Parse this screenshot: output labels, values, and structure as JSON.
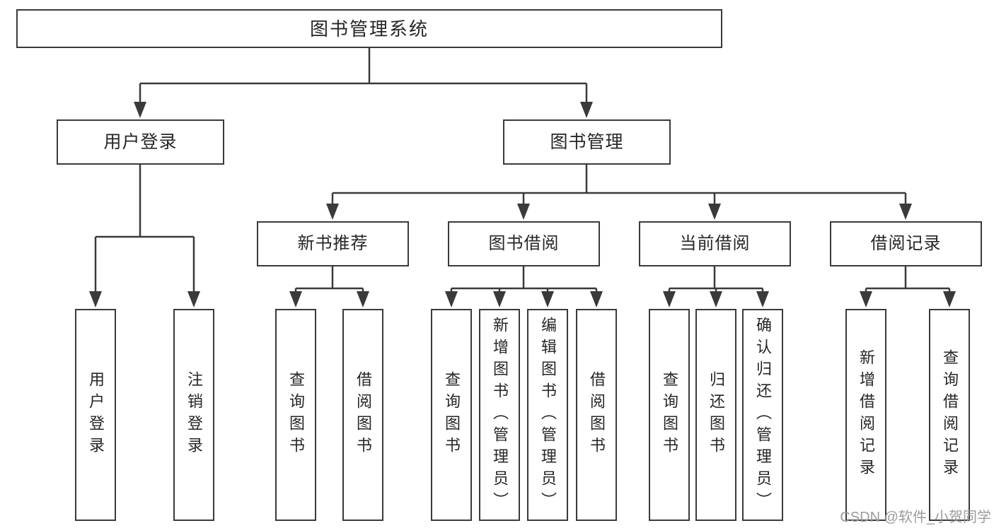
{
  "diagram_title": "图书管理系统",
  "colors": {
    "line": "#3a3a3a",
    "box_border": "#3a3a3a",
    "text": "#262626",
    "watermark": "#9c9c9c",
    "background": "#ffffff"
  },
  "tree": {
    "label": "图书管理系统",
    "children": [
      {
        "label": "用户登录",
        "children": [
          {
            "label": "用户登录"
          },
          {
            "label": "注销登录"
          }
        ]
      },
      {
        "label": "图书管理",
        "children": [
          {
            "label": "新书推荐",
            "children": [
              {
                "label": "查询图书"
              },
              {
                "label": "借阅图书"
              }
            ]
          },
          {
            "label": "图书借阅",
            "children": [
              {
                "label": "查询图书"
              },
              {
                "label": "新增图书（管理员）"
              },
              {
                "label": "编辑图书（管理员）"
              },
              {
                "label": "借阅图书"
              }
            ]
          },
          {
            "label": "当前借阅",
            "children": [
              {
                "label": "查询图书"
              },
              {
                "label": "归还图书"
              },
              {
                "label": "确认归还（管理员）"
              }
            ]
          },
          {
            "label": "借阅记录",
            "children": [
              {
                "label": "新增借阅记录"
              },
              {
                "label": "查询借阅记录"
              }
            ]
          }
        ]
      }
    ]
  },
  "watermark": {
    "text": "CSDN @软件_小贺同学"
  }
}
